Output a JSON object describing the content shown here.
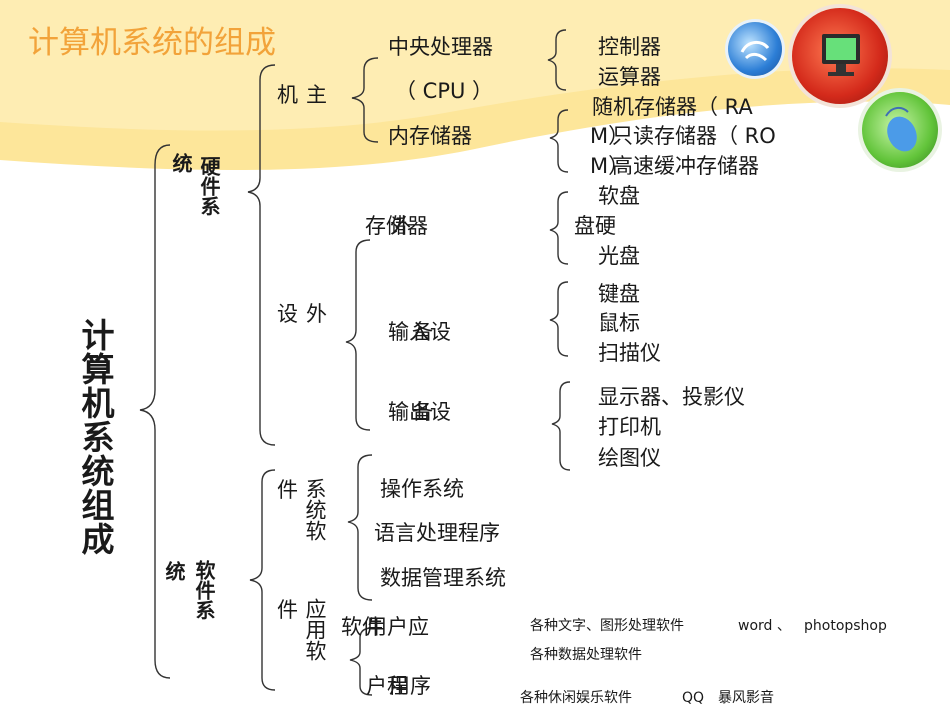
{
  "title": "计算机系统的组成",
  "root": "计算机系统组成",
  "hardware": {
    "label_col1": "统",
    "label_col2": "硬件系",
    "host": "机主",
    "cpu": "中央处理器",
    "cpu_paren": "（ CPU ）",
    "cpu_parts": [
      "控制器",
      "运算器"
    ],
    "memory": "内存储器",
    "memory_parts": [
      "随机存储器（ RA",
      "M）",
      "只读存储器（ RO",
      "M）",
      "高速缓冲存储器"
    ],
    "peripheral": "设外",
    "storage_a": "存储器",
    "storage_b": "外",
    "storage_parts": [
      "软盘",
      "盘硬",
      "光盘"
    ],
    "input_a": "输入设",
    "input_b": "备",
    "input_parts": [
      "键盘",
      "鼠标",
      "扫描仪"
    ],
    "output_a": "输出设",
    "output_b": "备",
    "output_parts": [
      "显示器、投影仪",
      "打印机",
      "绘图仪"
    ]
  },
  "software": {
    "label_col1": "统",
    "label_col2": "软件系",
    "system_sw_a": "件",
    "system_sw_b": "系统软",
    "system_items": [
      "操作系统",
      "语言处理程序",
      "数据管理系统"
    ],
    "app_sw_a": "件",
    "app_sw_b": "应用软",
    "app_item1_a": "软件",
    "app_item1_b": "用户应",
    "app_item2_a": "户程",
    "app_item2_b": "用序",
    "notes": {
      "line1": "各种文字、图形处理软件",
      "word": "word 、",
      "ps": "photopshop",
      "line2": "各种数据处理软件",
      "line3": "各种休闲娱乐软件",
      "qq": "QQ",
      "baofeng": "暴风影音"
    }
  },
  "colors": {
    "title": "#f2a33a",
    "background_band": "#fde69a",
    "line": "#333333"
  },
  "icons": [
    "globe-icon",
    "monitor-icon",
    "mouse-icon"
  ]
}
